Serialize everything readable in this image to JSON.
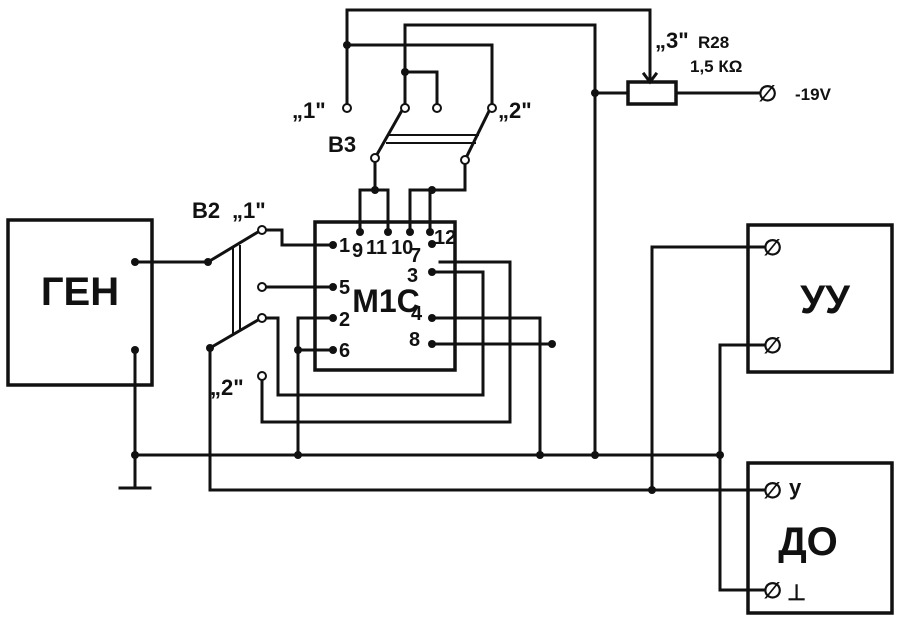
{
  "blocks": {
    "generator": "ГЕН",
    "amplifier": "УУ",
    "oscilloscope": "ДО",
    "relay": "М1С"
  },
  "relay_pins": {
    "p1": "1",
    "p9": "9",
    "p11": "11",
    "p10": "10",
    "p12": "12",
    "p7": "7",
    "p3": "3",
    "p5": "5",
    "p2": "2",
    "p4": "4",
    "p6": "6",
    "p8": "8"
  },
  "switches": {
    "b2": "B2",
    "b2_pos1": "„1\"",
    "b2_pos2": "„2\"",
    "b3": "B3",
    "b3_pos1": "„1\"",
    "b3_pos2": "„2\""
  },
  "resistor": {
    "tap": "„3\"",
    "name": "R28",
    "value": "1,5 КΩ"
  },
  "supply": "-19V",
  "scope_terminals": {
    "y": "у",
    "ground": "⊥"
  },
  "terminal_symbol": "∅"
}
